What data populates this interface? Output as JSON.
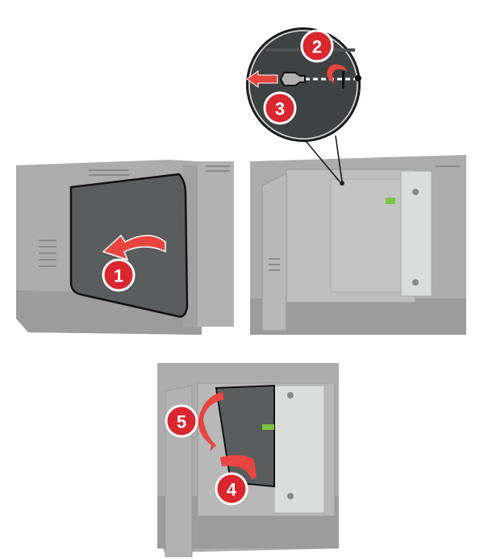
{
  "figure": {
    "steps": [
      "1",
      "2",
      "3",
      "4",
      "5"
    ],
    "colors": {
      "badge": "#d9262f",
      "arrow": "#e8453f",
      "printer_body": "#a9a9a9",
      "printer_dark": "#8f8f8f",
      "cover": "#5a5d5e",
      "bracket": "#dadddc",
      "latch": "#7cc243"
    }
  }
}
